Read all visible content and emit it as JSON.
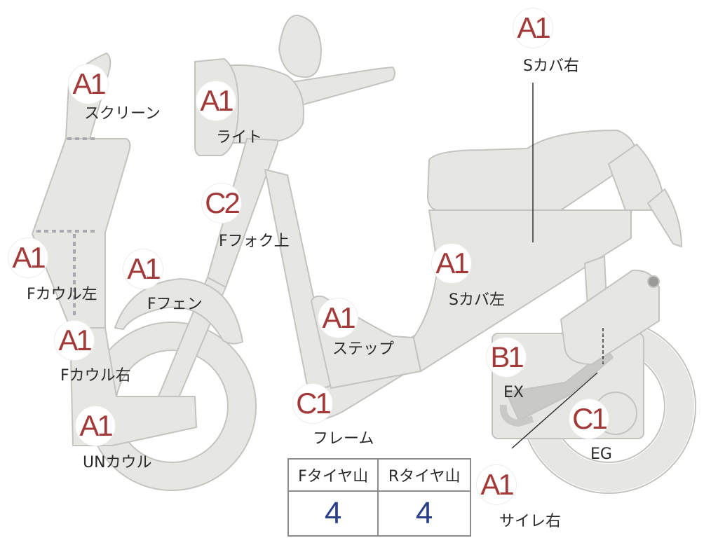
{
  "colors": {
    "part_fill": "#e6e6e3",
    "part_stroke": "#c3c3c0",
    "grade_A": "#a33a3a",
    "grade_B": "#a33a3a",
    "grade_C": "#a33a3a",
    "tire_value": "#2a3f86"
  },
  "parts": [
    {
      "id": "screen",
      "grade": "A1",
      "label": "スクリーン"
    },
    {
      "id": "light",
      "grade": "A1",
      "label": "ライト"
    },
    {
      "id": "fork-upper",
      "grade": "C2",
      "label": "Fフォク上"
    },
    {
      "id": "cowl-left",
      "grade": "A1",
      "label": "Fカウル左"
    },
    {
      "id": "fender",
      "grade": "A1",
      "label": "Fフェン"
    },
    {
      "id": "cowl-right",
      "grade": "A1",
      "label": "Fカウル右"
    },
    {
      "id": "under-cowl",
      "grade": "A1",
      "label": "UNカウル"
    },
    {
      "id": "step",
      "grade": "A1",
      "label": "ステップ"
    },
    {
      "id": "frame",
      "grade": "C1",
      "label": "フレーム"
    },
    {
      "id": "side-cover-right",
      "grade": "A1",
      "label": "Sカバ右"
    },
    {
      "id": "side-cover-left",
      "grade": "A1",
      "label": "Sカバ左"
    },
    {
      "id": "exhaust",
      "grade": "B1",
      "label": "EX"
    },
    {
      "id": "engine",
      "grade": "C1",
      "label": "EG"
    },
    {
      "id": "muffler-right",
      "grade": "A1",
      "label": "サイレ右"
    }
  ],
  "tire_table": {
    "headers": [
      "Fタイヤ山",
      "Rタイヤ山"
    ],
    "values": [
      "4",
      "4"
    ]
  }
}
